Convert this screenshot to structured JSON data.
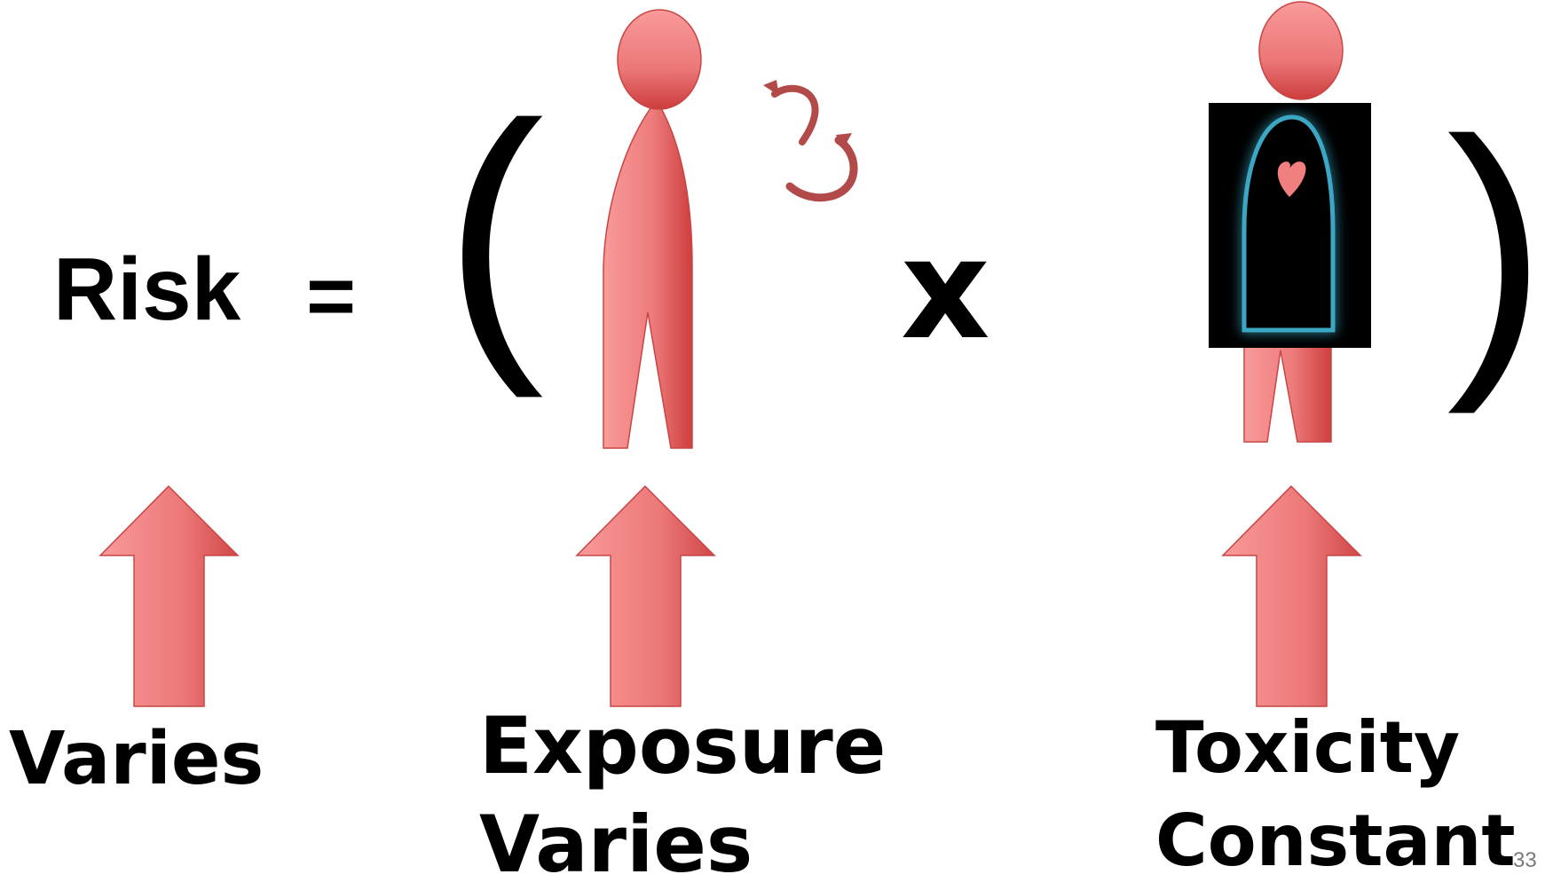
{
  "equation": {
    "risk": "Risk",
    "equals": "=",
    "open_paren": "(",
    "times": "x",
    "close_paren": ")"
  },
  "labels": {
    "risk_note": "Varies",
    "exposure_line1": "Exposure",
    "exposure_line2": "Varies",
    "toxicity_line1": "Toxicity",
    "toxicity_line2": "Constant"
  },
  "slide_number": "33",
  "icons": [
    "person-icon",
    "rotate-arrows-icon",
    "xray-person-icon",
    "heart-icon",
    "up-arrow-icon"
  ],
  "colors": {
    "figure_light": "#f7999a",
    "figure_dark": "#d04040",
    "arrow_curl": "#b34a4a",
    "xray_bg": "#000000",
    "xray_glow": "#3aa7c4",
    "text": "#000000"
  }
}
